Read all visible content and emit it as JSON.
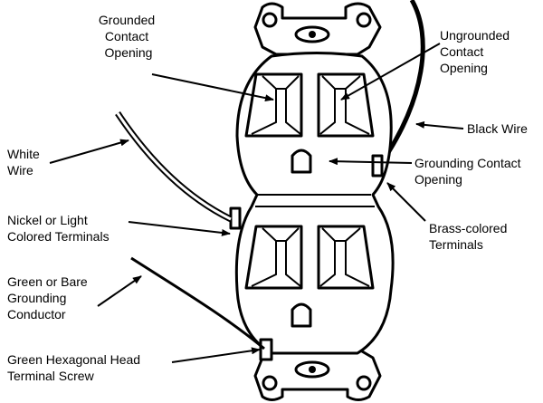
{
  "labels": {
    "grounded_contact": [
      "Grounded",
      "Contact",
      "Opening"
    ],
    "ungrounded_contact": [
      "Ungrounded",
      "Contact",
      "Opening"
    ],
    "black_wire": [
      "Black Wire"
    ],
    "white_wire": [
      "White",
      "Wire"
    ],
    "grounding_contact": [
      "Grounding Contact",
      "Opening"
    ],
    "nickel_terminals": [
      "Nickel or Light",
      "Colored Terminals"
    ],
    "brass_terminals": [
      "Brass-colored",
      "Terminals"
    ],
    "ground_conductor": [
      "Green or Bare",
      "Grounding",
      "Conductor"
    ],
    "hex_screw": [
      "Green Hexagonal Head",
      "Terminal Screw"
    ]
  },
  "colors": {
    "line": "#000000",
    "background": "#ffffff"
  }
}
